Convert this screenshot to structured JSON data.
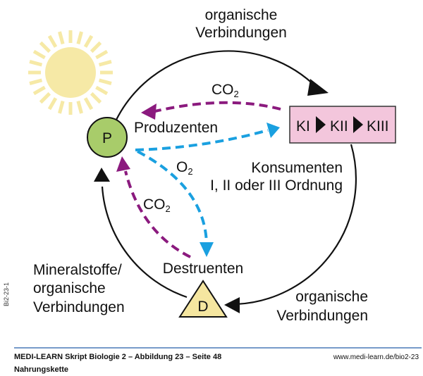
{
  "diagram": {
    "top_label": [
      "organische",
      "Verbindungen"
    ],
    "co2_top": {
      "main": "CO",
      "sub": "2"
    },
    "producer": {
      "symbol": "P",
      "label": "Produzenten"
    },
    "consumers_box": [
      "KI",
      "KII",
      "KIII"
    ],
    "consumers_label": [
      "Konsumenten",
      "I, II oder III Ordnung"
    ],
    "o2": {
      "main": "O",
      "sub": "2"
    },
    "co2_left": {
      "main": "CO",
      "sub": "2"
    },
    "decomposer": {
      "symbol": "D",
      "label": "Destruenten"
    },
    "left_label": [
      "Mineralstoffe/",
      "organische",
      "Verbindungen"
    ],
    "bottom_right_label": [
      "organische",
      "Verbindungen"
    ],
    "colors": {
      "producer": "#a8cc6a",
      "consumer_box": "#f3c6dc",
      "decomposer": "#f5e6a0",
      "co2_arrow": "#8b1a7e",
      "o2_arrow": "#1aa0e0",
      "sun": "#f6e9a6"
    }
  },
  "side_code": "Bi2-23-1",
  "footer": {
    "title": "MEDI-LEARN Skript Biologie 2 – Abbildung 23 – Seite 48",
    "url": "www.medi-learn.de/bio2-23",
    "caption": "Nahrungskette"
  }
}
